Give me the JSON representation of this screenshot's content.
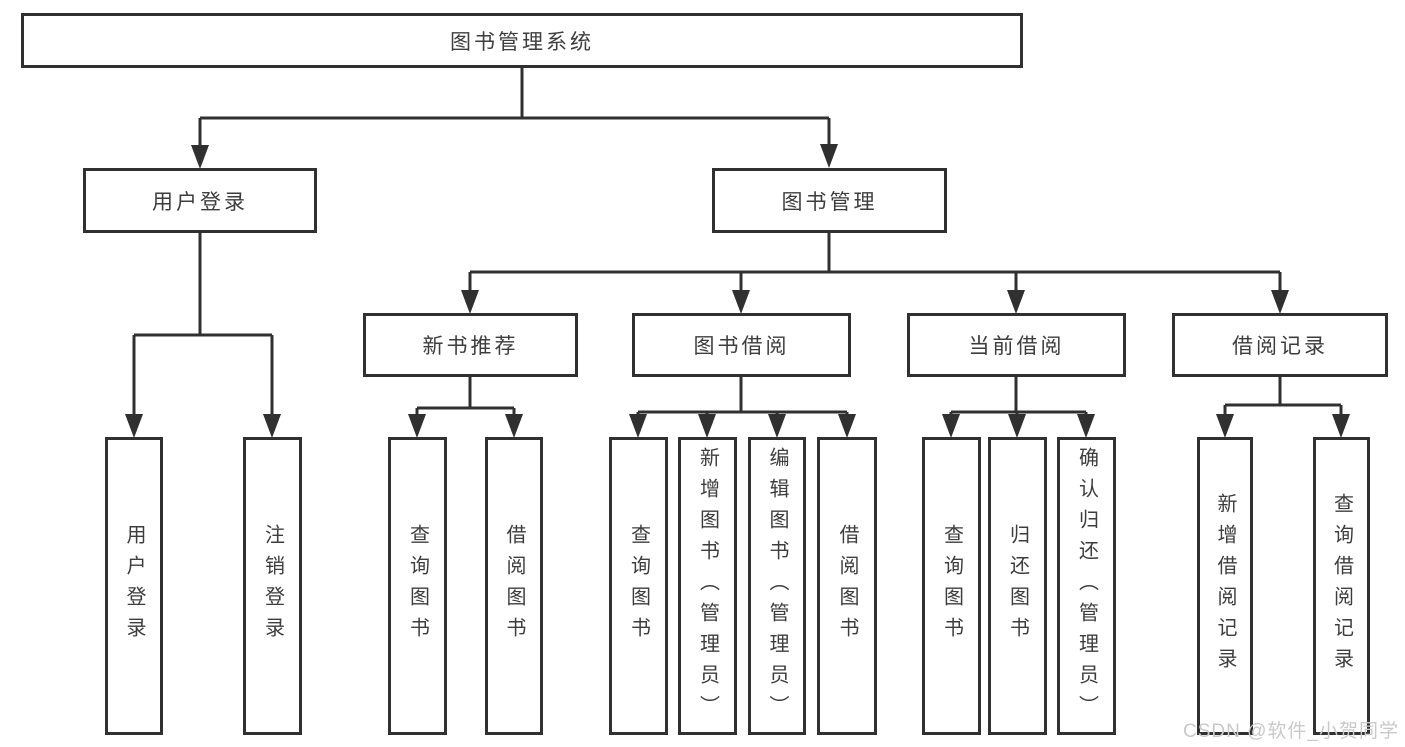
{
  "diagram": {
    "title_node": {
      "label": "图书管理系统"
    },
    "level2": {
      "user_login": {
        "label": "用户登录"
      },
      "book_mgmt": {
        "label": "图书管理"
      }
    },
    "level3": {
      "new_book_rec": {
        "label": "新书推荐"
      },
      "book_borrow": {
        "label": "图书借阅"
      },
      "current_borrow": {
        "label": "当前借阅"
      },
      "borrow_record": {
        "label": "借阅记录"
      }
    },
    "leaves": {
      "user_login": {
        "label": "用户登录"
      },
      "logout": {
        "label": "注销登录"
      },
      "query_book_rec": {
        "label": "查询图书"
      },
      "borrow_book_rec": {
        "label": "借阅图书"
      },
      "query_book_borrow": {
        "label": "查询图书"
      },
      "add_book_admin": {
        "label": "新增图书（管理员）"
      },
      "edit_book_admin": {
        "label": "编辑图书（管理员）"
      },
      "borrow_book_borrow": {
        "label": "借阅图书"
      },
      "query_book_current": {
        "label": "查询图书"
      },
      "return_book": {
        "label": "归还图书"
      },
      "confirm_return_admin": {
        "label": "确认归还（管理员）"
      },
      "add_borrow_record": {
        "label": "新增借阅记录"
      },
      "query_borrow_record": {
        "label": "查询借阅记录"
      }
    }
  },
  "watermark": {
    "text": "CSDN @软件_小贺同学"
  },
  "colors": {
    "line": "#303030",
    "box_border": "#303030",
    "text": "#3d3d3d",
    "watermark": "#c9c9c9",
    "background": "#ffffff"
  }
}
